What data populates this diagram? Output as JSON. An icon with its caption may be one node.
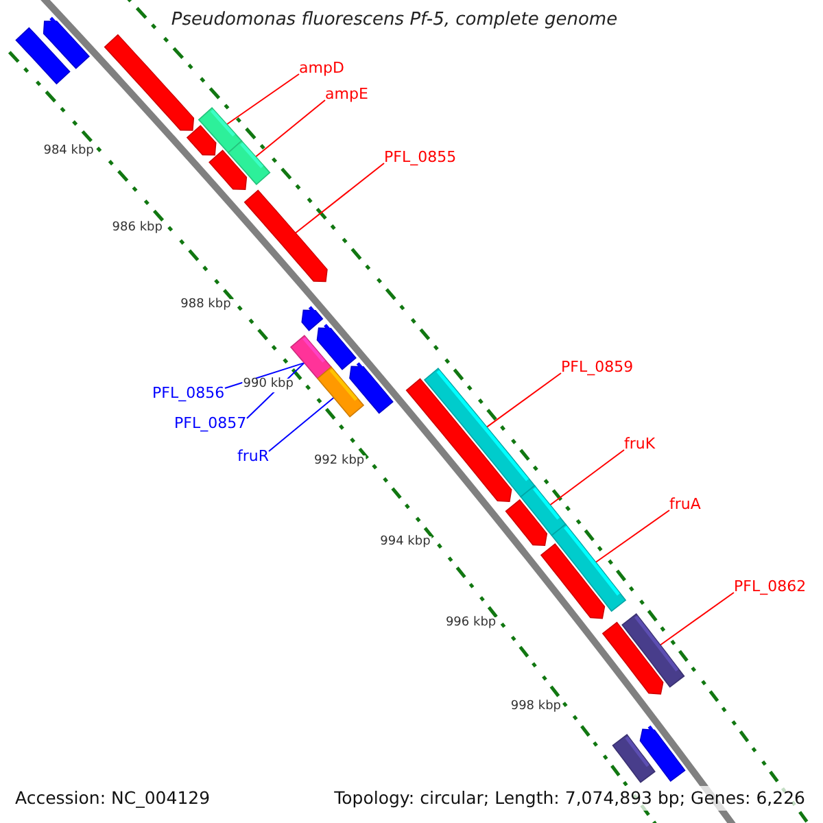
{
  "diagram": {
    "title": "Pseudomonas fluorescens Pf-5, complete genome",
    "nodes": [
      {
        "text": [],
        "shape": "bar"
      },
      {
        "text": [],
        "shape": "arrow"
      },
      {
        "text": [],
        "shape": "arrow"
      },
      {
        "text": [
          "ampD"
        ]
      },
      {
        "text": [
          "ampE"
        ]
      },
      {
        "text": [],
        "shape": "bar"
      },
      {
        "text": [],
        "shape": "bar"
      },
      {
        "text": [],
        "shape": "arrow"
      },
      {
        "text": [],
        "shape": "arrow"
      },
      {
        "text": [
          "PFL_0855"
        ]
      },
      {
        "text": [],
        "shape": "arrow"
      },
      {
        "text": [],
        "shape": "arrow"
      },
      {
        "text": [],
        "shape": "arrow"
      },
      {
        "text": [
          "PFL_0856"
        ]
      },
      {
        "text": [],
        "shape": "bar"
      },
      {
        "text": [],
        "shape": "arrow"
      },
      {
        "text": [
          "PFL_0857"
        ]
      },
      {
        "text": [],
        "shape": "bar"
      },
      {
        "text": [
          "fruR"
        ]
      },
      {
        "text": [
          "PFL_0859"
        ]
      },
      {
        "text": [],
        "shape": "bar"
      },
      {
        "text": [],
        "shape": "arrow"
      },
      {
        "text": [
          "fruK"
        ]
      },
      {
        "text": [],
        "shape": "bar"
      },
      {
        "text": [],
        "shape": "arrow"
      },
      {
        "text": [
          "fruA"
        ]
      },
      {
        "text": [],
        "shape": "bar"
      },
      {
        "text": [],
        "shape": "arrow"
      },
      {
        "text": [
          "PFL_0862"
        ]
      },
      {
        "text": [],
        "shape": "bar"
      },
      {
        "text": [],
        "shape": "arrow"
      },
      {
        "text": [],
        "shape": "bar"
      },
      {
        "text": [],
        "shape": "arrow"
      }
    ],
    "edges": [
      {
        "from": 3,
        "to": 5,
        "arrow": "none"
      },
      {
        "from": 4,
        "to": 6,
        "arrow": "none"
      },
      {
        "from": 9,
        "to": 10,
        "arrow": "none"
      },
      {
        "from": 13,
        "to": 14,
        "arrow": "none",
        "color": "#0000ff"
      },
      {
        "from": 16,
        "to": 14,
        "arrow": "none",
        "color": "#0000ff"
      },
      {
        "from": 18,
        "to": 17,
        "arrow": "none",
        "color": "#0000ff"
      },
      {
        "from": 19,
        "to": 20,
        "arrow": "none"
      },
      {
        "from": 22,
        "to": 23,
        "arrow": "none"
      },
      {
        "from": 25,
        "to": 26,
        "arrow": "none"
      },
      {
        "from": 28,
        "to": 29,
        "arrow": "none"
      }
    ],
    "labels": [
      "984 kbp",
      "986 kbp",
      "988 kbp",
      "990 kbp",
      "992 kbp",
      "994 kbp",
      "996 kbp",
      "998 kbp",
      "Accession: NC_004129",
      "Topology: circular; Length: 7,074,893 bp; Genes: 6,226"
    ]
  }
}
